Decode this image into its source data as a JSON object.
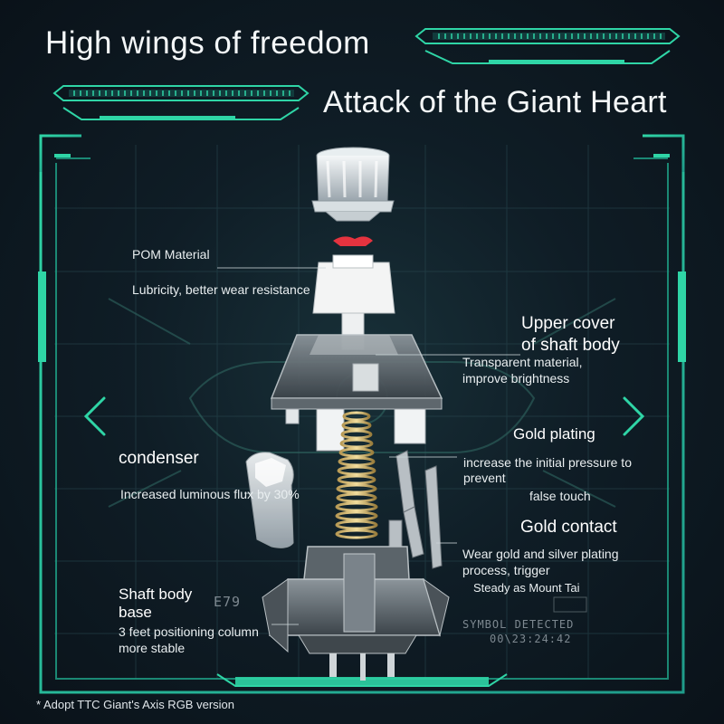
{
  "colors": {
    "accent": "#2fd5a6",
    "frame": "#23c39a",
    "background": "#0f1d26",
    "text": "#ffffff"
  },
  "headline": {
    "line1": "High wings of freedom",
    "line2": "Attack of the Giant Heart"
  },
  "callouts": {
    "pom_title": "POM Material",
    "pom_desc": "Lubricity, better wear resistance",
    "upper_cover_l1": "Upper cover",
    "upper_cover_l2": "of shaft body",
    "upper_cover_desc_l1": "Transparent material,",
    "upper_cover_desc_l2": "improve brightness",
    "gold_plating": "Gold plating",
    "gold_plating_desc_l1": "increase the initial pressure to",
    "gold_plating_desc_l2": "prevent",
    "gold_plating_desc_l3": "false touch",
    "condenser": "condenser",
    "condenser_desc": "Increased luminous flux by 30%",
    "gold_contact": "Gold contact",
    "gold_contact_desc_l1": "Wear gold and silver plating",
    "gold_contact_desc_l2": "process, trigger",
    "gold_contact_desc_l3": "Steady as Mount Tai",
    "base_l1": "Shaft body",
    "base_l2": "base",
    "base_desc_l1": "3 feet positioning column",
    "base_desc_l2": "more stable"
  },
  "hud": {
    "code": "E79",
    "status": "SYMBOL DETECTED",
    "time": "00\\23:24:42"
  },
  "footnote": "* Adopt TTC Giant's Axis RGB version",
  "icons": {
    "left": "chevron-left-icon",
    "right": "chevron-right-icon"
  }
}
